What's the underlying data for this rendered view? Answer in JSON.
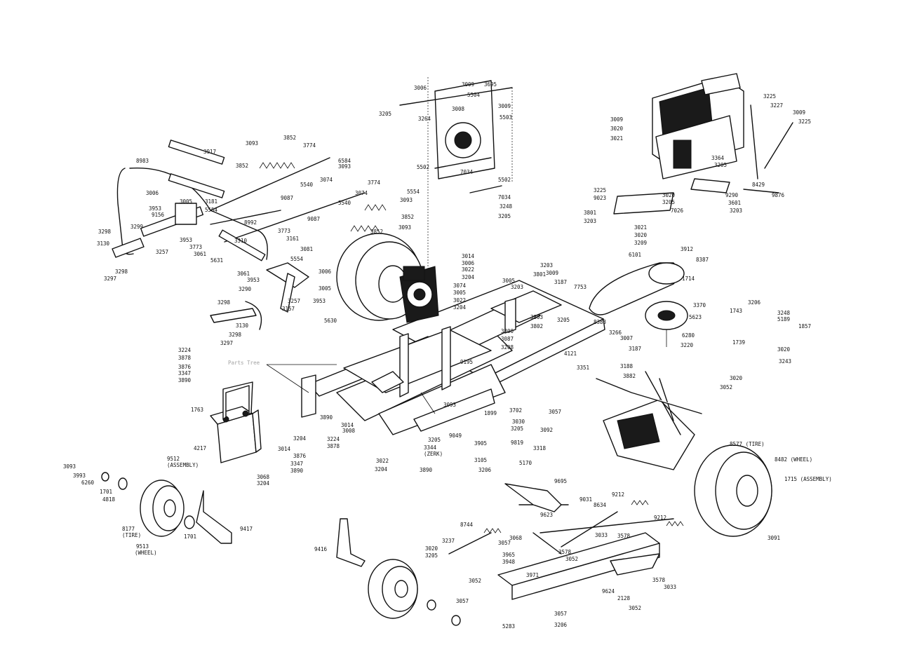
{
  "watermark": "Parts Tree",
  "callouts": [
    {
      "id": "c-3917",
      "text": "3917"
    },
    {
      "id": "c-8983",
      "text": "8983"
    },
    {
      "id": "c-3006a",
      "text": "3006"
    },
    {
      "id": "c-3005a",
      "text": "3005"
    },
    {
      "id": "c-3953a",
      "text": "3953"
    },
    {
      "id": "c-9156",
      "text": "9156"
    },
    {
      "id": "c-3299",
      "text": "3299"
    },
    {
      "id": "c-3298a",
      "text": "3298"
    },
    {
      "id": "c-3130a",
      "text": "3130"
    },
    {
      "id": "c-3298b",
      "text": "3298"
    },
    {
      "id": "c-3297a",
      "text": "3297"
    },
    {
      "id": "c-3257a",
      "text": "3257"
    },
    {
      "id": "c-3953b",
      "text": "3953"
    },
    {
      "id": "c-3773a",
      "text": "3773"
    },
    {
      "id": "c-3061a",
      "text": "3061"
    },
    {
      "id": "c-5631",
      "text": "5631"
    },
    {
      "id": "c-3181a",
      "text": "3181"
    },
    {
      "id": "c-5554a",
      "text": "5554"
    },
    {
      "id": "c-8992",
      "text": "8992"
    },
    {
      "id": "c-3310",
      "text": "3310"
    },
    {
      "id": "c-3093a",
      "text": "3093"
    },
    {
      "id": "c-3852a",
      "text": "3852"
    },
    {
      "id": "c-3774a",
      "text": "3774"
    },
    {
      "id": "c-6584",
      "text": "6584"
    },
    {
      "id": "c-3093b",
      "text": "3093"
    },
    {
      "id": "c-3852b",
      "text": "3852"
    },
    {
      "id": "c-3074a",
      "text": "3074"
    },
    {
      "id": "c-5540a",
      "text": "5540"
    },
    {
      "id": "c-9087a",
      "text": "9087"
    },
    {
      "id": "c-3774b",
      "text": "3774"
    },
    {
      "id": "c-3074b",
      "text": "3074"
    },
    {
      "id": "c-5554b",
      "text": "5554"
    },
    {
      "id": "c-3093c",
      "text": "3093"
    },
    {
      "id": "c-5540b",
      "text": "5540"
    },
    {
      "id": "c-9087b",
      "text": "9087"
    },
    {
      "id": "c-3852c",
      "text": "3852"
    },
    {
      "id": "c-3093d",
      "text": "3093"
    },
    {
      "id": "c-3852d",
      "text": "3852"
    },
    {
      "id": "c-3773b",
      "text": "3773"
    },
    {
      "id": "c-3161",
      "text": "3161"
    },
    {
      "id": "c-3081",
      "text": "3081"
    },
    {
      "id": "c-5554c",
      "text": "5554"
    },
    {
      "id": "c-3006b",
      "text": "3006"
    },
    {
      "id": "c-3061b",
      "text": "3061"
    },
    {
      "id": "c-3953c",
      "text": "3953"
    },
    {
      "id": "c-3005b",
      "text": "3005"
    },
    {
      "id": "c-3290",
      "text": "3290"
    },
    {
      "id": "c-3257b",
      "text": "3257"
    },
    {
      "id": "c-3953d",
      "text": "3953"
    },
    {
      "id": "c-3157",
      "text": "3157"
    },
    {
      "id": "c-3298c",
      "text": "3298"
    },
    {
      "id": "c-3130b",
      "text": "3130"
    },
    {
      "id": "c-3298d",
      "text": "3298"
    },
    {
      "id": "c-3297b",
      "text": "3297"
    },
    {
      "id": "c-5630",
      "text": "5630"
    },
    {
      "id": "c-3224a",
      "text": "3224"
    },
    {
      "id": "c-3878a",
      "text": "3878"
    },
    {
      "id": "c-3876a",
      "text": "3876"
    },
    {
      "id": "c-3347a",
      "text": "3347"
    },
    {
      "id": "c-3890a",
      "text": "3890"
    },
    {
      "id": "c-1763",
      "text": "1763"
    },
    {
      "id": "c-4217",
      "text": "4217"
    },
    {
      "id": "c-3014a",
      "text": "3014"
    },
    {
      "id": "c-3204a",
      "text": "3204"
    },
    {
      "id": "c-3068",
      "text": "3068"
    },
    {
      "id": "c-3204b",
      "text": "3204"
    },
    {
      "id": "c-3093e",
      "text": "3093"
    },
    {
      "id": "c-3993",
      "text": "3993"
    },
    {
      "id": "c-6260a",
      "text": "6260"
    },
    {
      "id": "c-1701a",
      "text": "1701"
    },
    {
      "id": "c-4818",
      "text": "4818"
    },
    {
      "id": "c-9512",
      "text": "9512"
    },
    {
      "id": "c-assembly1",
      "text": "(ASSEMBLY)"
    },
    {
      "id": "c-8177",
      "text": "8177"
    },
    {
      "id": "c-tire1",
      "text": "(TIRE)"
    },
    {
      "id": "c-9513",
      "text": "9513"
    },
    {
      "id": "c-wheel1",
      "text": "(WHEEL)"
    },
    {
      "id": "c-1701b",
      "text": "1701"
    },
    {
      "id": "c-9417",
      "text": "9417"
    },
    {
      "id": "c-3890b",
      "text": "3890"
    },
    {
      "id": "c-3224b",
      "text": "3224"
    },
    {
      "id": "c-3878b",
      "text": "3878"
    },
    {
      "id": "c-3876b",
      "text": "3876"
    },
    {
      "id": "c-3347b",
      "text": "3347"
    },
    {
      "id": "c-3890c",
      "text": "3890"
    },
    {
      "id": "c-3014b",
      "text": "3014"
    },
    {
      "id": "c-3008",
      "text": "3008"
    },
    {
      "id": "c-3022a",
      "text": "3022"
    },
    {
      "id": "c-3204c",
      "text": "3204"
    },
    {
      "id": "c-3205a",
      "text": "3205"
    },
    {
      "id": "c-3344",
      "text": "3344"
    },
    {
      "id": "c-zerk",
      "text": "(ZERK)"
    },
    {
      "id": "c-3890d",
      "text": "3890"
    },
    {
      "id": "c-9416",
      "text": "9416"
    },
    {
      "id": "c-9049",
      "text": "9049"
    },
    {
      "id": "c-3093f",
      "text": "3093"
    },
    {
      "id": "c-9195",
      "text": "9195"
    },
    {
      "id": "c-3009a",
      "text": "3009"
    },
    {
      "id": "c-3695",
      "text": "3695"
    },
    {
      "id": "c-3006c",
      "text": "3006"
    },
    {
      "id": "c-5504",
      "text": "5504"
    },
    {
      "id": "c-3205b",
      "text": "3205"
    },
    {
      "id": "c-3264",
      "text": "3264"
    },
    {
      "id": "c-3008b",
      "text": "3008"
    },
    {
      "id": "c-3009b",
      "text": "3009"
    },
    {
      "id": "c-5503",
      "text": "5503"
    },
    {
      "id": "c-5502a",
      "text": "5502"
    },
    {
      "id": "c-7034a",
      "text": "7034"
    },
    {
      "id": "c-5502b",
      "text": "5502"
    },
    {
      "id": "c-7034b",
      "text": "7034"
    },
    {
      "id": "c-3248a",
      "text": "3248"
    },
    {
      "id": "c-3205c",
      "text": "3205"
    },
    {
      "id": "c-3014c",
      "text": "3014"
    },
    {
      "id": "c-3006d",
      "text": "3006"
    },
    {
      "id": "c-3022b",
      "text": "3022"
    },
    {
      "id": "c-3204d",
      "text": "3204"
    },
    {
      "id": "c-3074c",
      "text": "3074"
    },
    {
      "id": "c-3005c",
      "text": "3005"
    },
    {
      "id": "c-3022c",
      "text": "3022"
    },
    {
      "id": "c-3204e",
      "text": "3204"
    },
    {
      "id": "c-3801a",
      "text": "3801"
    },
    {
      "id": "c-3005d",
      "text": "3005"
    },
    {
      "id": "c-3203a",
      "text": "3203"
    },
    {
      "id": "c-3203b",
      "text": "3203"
    },
    {
      "id": "c-3009c",
      "text": "3009"
    },
    {
      "id": "c-3187a",
      "text": "3187"
    },
    {
      "id": "c-7753",
      "text": "7753"
    },
    {
      "id": "c-3803",
      "text": "3803"
    },
    {
      "id": "c-3800",
      "text": "3800"
    },
    {
      "id": "c-3087",
      "text": "3087"
    },
    {
      "id": "c-3802",
      "text": "3802"
    },
    {
      "id": "c-3208",
      "text": "3208"
    },
    {
      "id": "c-3205d",
      "text": "3205"
    },
    {
      "id": "c-8383",
      "text": "8383"
    },
    {
      "id": "c-3702",
      "text": "3702"
    },
    {
      "id": "c-3057a",
      "text": "3057"
    },
    {
      "id": "c-3030",
      "text": "3030"
    },
    {
      "id": "c-3205e",
      "text": "3205"
    },
    {
      "id": "c-3092",
      "text": "3092"
    },
    {
      "id": "c-1899",
      "text": "1899"
    },
    {
      "id": "c-3905",
      "text": "3905"
    },
    {
      "id": "c-9819",
      "text": "9819"
    },
    {
      "id": "c-3318",
      "text": "3318"
    },
    {
      "id": "c-3105",
      "text": "3105"
    },
    {
      "id": "c-5170",
      "text": "5170"
    },
    {
      "id": "c-3206a",
      "text": "3206"
    },
    {
      "id": "c-9695",
      "text": "9695"
    },
    {
      "id": "c-9031",
      "text": "9031"
    },
    {
      "id": "c-9212a",
      "text": "9212"
    },
    {
      "id": "c-8634",
      "text": "8634"
    },
    {
      "id": "c-9212b",
      "text": "9212"
    },
    {
      "id": "c-9623",
      "text": "9623"
    },
    {
      "id": "c-8744",
      "text": "8744"
    },
    {
      "id": "c-3237",
      "text": "3237"
    },
    {
      "id": "c-3020a",
      "text": "3020"
    },
    {
      "id": "c-3205f",
      "text": "3205"
    },
    {
      "id": "c-3057b",
      "text": "3057"
    },
    {
      "id": "c-3068b",
      "text": "3068"
    },
    {
      "id": "c-3033a",
      "text": "3033"
    },
    {
      "id": "c-3578a",
      "text": "3578"
    },
    {
      "id": "c-3578b",
      "text": "3578"
    },
    {
      "id": "c-3965",
      "text": "3965"
    },
    {
      "id": "c-3948",
      "text": "3948"
    },
    {
      "id": "c-3052a",
      "text": "3052"
    },
    {
      "id": "c-3971",
      "text": "3971"
    },
    {
      "id": "c-3052b",
      "text": "3052"
    },
    {
      "id": "c-3057c",
      "text": "3057"
    },
    {
      "id": "c-9624",
      "text": "9624"
    },
    {
      "id": "c-3578c",
      "text": "3578"
    },
    {
      "id": "c-3033b",
      "text": "3033"
    },
    {
      "id": "c-2128",
      "text": "2128"
    },
    {
      "id": "c-3052c",
      "text": "3052"
    },
    {
      "id": "c-5283",
      "text": "5283"
    },
    {
      "id": "c-3057d",
      "text": "3057"
    },
    {
      "id": "c-3206b",
      "text": "3206"
    },
    {
      "id": "c-3225a",
      "text": "3225"
    },
    {
      "id": "c-3227",
      "text": "3227"
    },
    {
      "id": "c-3009d",
      "text": "3009"
    },
    {
      "id": "c-3225b",
      "text": "3225"
    },
    {
      "id": "c-3009e",
      "text": "3009"
    },
    {
      "id": "c-3020b",
      "text": "3020"
    },
    {
      "id": "c-3021a",
      "text": "3021"
    },
    {
      "id": "c-3364",
      "text": "3364"
    },
    {
      "id": "c-3205g",
      "text": "3205"
    },
    {
      "id": "c-8429",
      "text": "8429"
    },
    {
      "id": "c-9876",
      "text": "9876"
    },
    {
      "id": "c-3020c",
      "text": "3020"
    },
    {
      "id": "c-9290",
      "text": "9290"
    },
    {
      "id": "c-3205h",
      "text": "3205"
    },
    {
      "id": "c-3601a",
      "text": "3601"
    },
    {
      "id": "c-7026",
      "text": "7026"
    },
    {
      "id": "c-3203c",
      "text": "3203"
    },
    {
      "id": "c-3225c",
      "text": "3225"
    },
    {
      "id": "c-9023",
      "text": "9023"
    },
    {
      "id": "c-3801b",
      "text": "3801"
    },
    {
      "id": "c-3203d",
      "text": "3203"
    },
    {
      "id": "c-3021b",
      "text": "3021"
    },
    {
      "id": "c-3020d",
      "text": "3020"
    },
    {
      "id": "c-3209",
      "text": "3209"
    },
    {
      "id": "c-3912",
      "text": "3912"
    },
    {
      "id": "c-6101",
      "text": "6101"
    },
    {
      "id": "c-8387",
      "text": "8387"
    },
    {
      "id": "c-1714",
      "text": "1714"
    },
    {
      "id": "c-3370",
      "text": "3370"
    },
    {
      "id": "c-5623",
      "text": "5623"
    },
    {
      "id": "c-6280",
      "text": "6280"
    },
    {
      "id": "c-3220",
      "text": "3220"
    },
    {
      "id": "c-3206c",
      "text": "3206"
    },
    {
      "id": "c-3248b",
      "text": "3248"
    },
    {
      "id": "c-1743",
      "text": "1743"
    },
    {
      "id": "c-5189",
      "text": "5189"
    },
    {
      "id": "c-1857",
      "text": "1857"
    },
    {
      "id": "c-1739",
      "text": "1739"
    },
    {
      "id": "c-3020e",
      "text": "3020"
    },
    {
      "id": "c-3243",
      "text": "3243"
    },
    {
      "id": "c-3020f",
      "text": "3020"
    },
    {
      "id": "c-3052d",
      "text": "3052"
    },
    {
      "id": "c-3266",
      "text": "3266"
    },
    {
      "id": "c-3007",
      "text": "3007"
    },
    {
      "id": "c-4121",
      "text": "4121"
    },
    {
      "id": "c-3187b",
      "text": "3187"
    },
    {
      "id": "c-3351",
      "text": "3351"
    },
    {
      "id": "c-3188",
      "text": "3188"
    },
    {
      "id": "c-3882",
      "text": "3882"
    },
    {
      "id": "c-8577",
      "text": "8577 (TIRE)"
    },
    {
      "id": "c-8482",
      "text": "8482 (WHEEL)"
    },
    {
      "id": "c-1715",
      "text": "1715 (ASSEMBLY)"
    },
    {
      "id": "c-3091",
      "text": "3091"
    }
  ]
}
